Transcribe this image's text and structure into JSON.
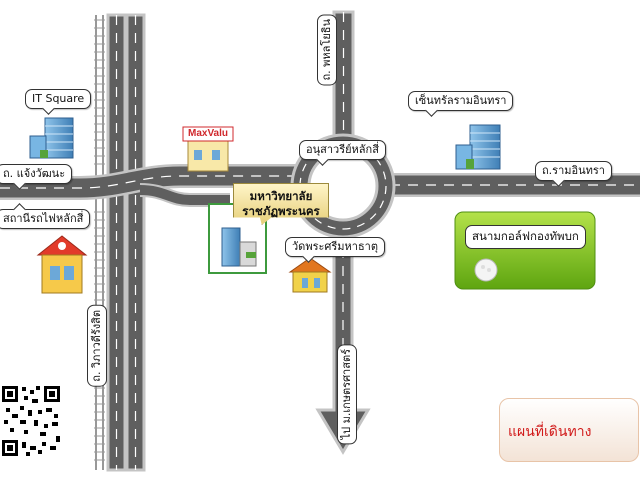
{
  "roads": {
    "chaengwattana": "ถ. แจ้งวัฒนะ",
    "vibhavadi": "ถ. วิภาวดีรังสิต",
    "phahonyothin": "ถ. พหลโยธิน",
    "ramintra": "ถ.รามอินทรา",
    "kaset_nawamin": "ไป ม.เกษตรศาสตร์"
  },
  "landmarks": {
    "it_square": "IT Square",
    "central_ramintra": "เซ็นทรัลรามอินทรา",
    "maxvalu": "MaxValu",
    "monument": "อนุสาวรีย์หลักสี่",
    "university_line1": "มหาวิทยาลัย",
    "university_line2": "ราชภัฏพระนคร",
    "lak_si_station": "สถานีรถไฟหลักสี่",
    "wat_phra_si": "วัดพระศรีมหาธาตุ",
    "golf_course": "สนามกอล์ฟกองทัพบก"
  },
  "legend": {
    "title": "แผนที่เดินทาง"
  },
  "colors": {
    "road_fill": "#5f5f5f",
    "road_edge": "#b9b9b9",
    "golf_green": "#7fc01e",
    "legend_text": "#d11a1a"
  }
}
